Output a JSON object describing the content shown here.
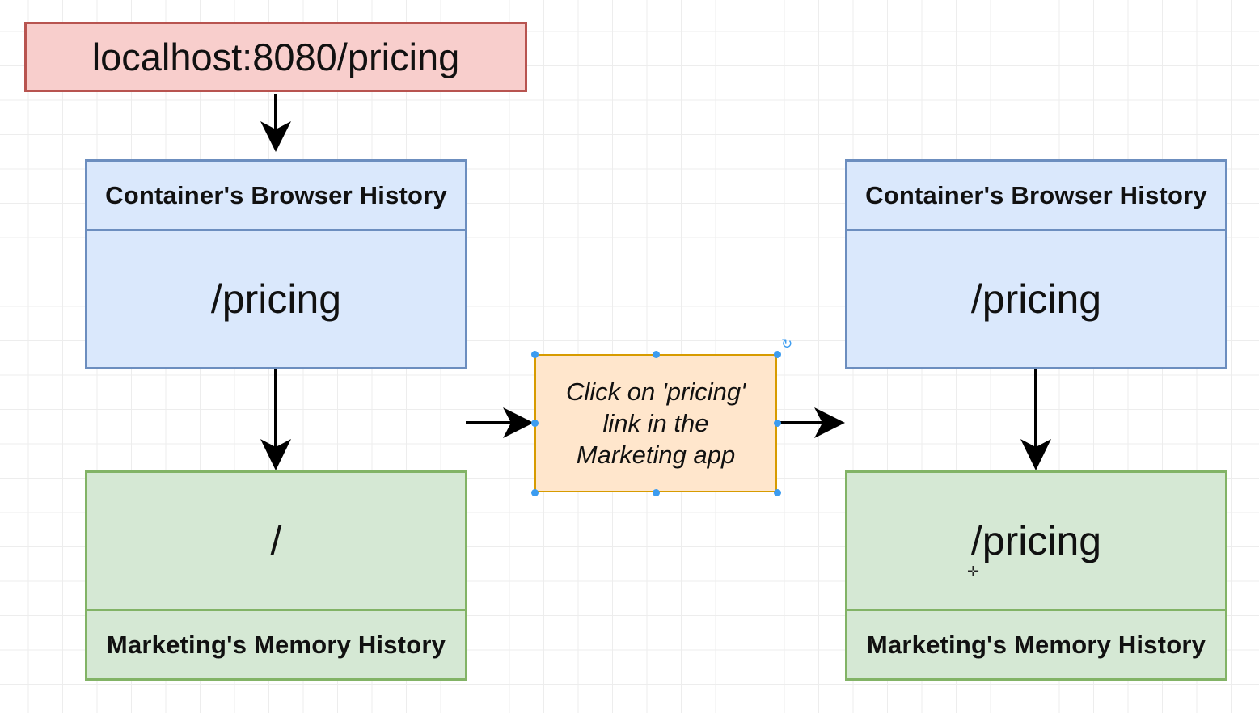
{
  "url_box": {
    "text": "localhost:8080/pricing"
  },
  "left_column": {
    "browser_history": {
      "header": "Container's Browser History",
      "value": "/pricing"
    },
    "memory_history": {
      "value": "/",
      "header": "Marketing's Memory History"
    }
  },
  "event_box": {
    "lines": [
      "Click on 'pricing'",
      "link in the",
      "Marketing app"
    ]
  },
  "right_column": {
    "browser_history": {
      "header": "Container's Browser History",
      "value": "/pricing"
    },
    "memory_history": {
      "value": "/pricing",
      "header": "Marketing's Memory History"
    }
  },
  "icons": {
    "rotate": "rotate-handle-icon",
    "cursor": "move-cursor-icon"
  },
  "colors": {
    "red_fill": "#f8cecc",
    "red_stroke": "#b85450",
    "blue_fill": "#dae8fc",
    "blue_stroke": "#6c8ebf",
    "green_fill": "#d5e8d4",
    "green_stroke": "#82b366",
    "orange_fill": "#ffe6cc",
    "orange_stroke": "#d79b00",
    "selection": "#3c9cf0"
  }
}
